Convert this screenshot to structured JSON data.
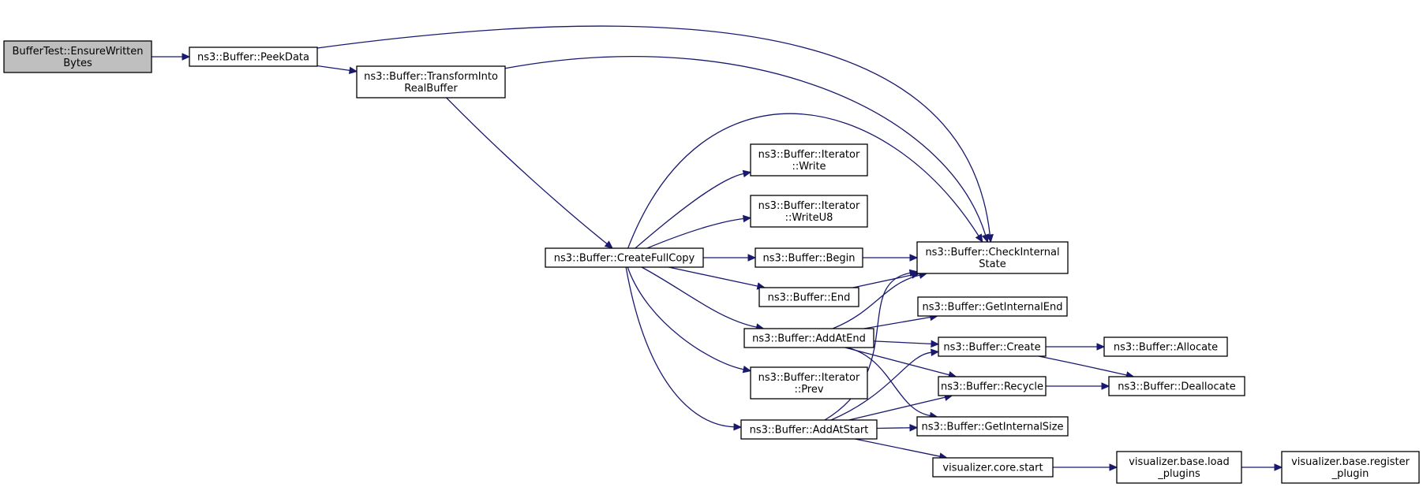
{
  "diagram": {
    "type": "call-graph",
    "colors": {
      "edge": "#191970",
      "root_fill": "#bfbfbf",
      "node_fill": "#ffffff",
      "node_stroke": "#000000"
    },
    "nodes": [
      {
        "id": "root",
        "lines": [
          "BufferTest::EnsureWritten",
          "Bytes"
        ],
        "highlighted": true
      },
      {
        "id": "peek",
        "lines": [
          "ns3::Buffer::PeekData"
        ]
      },
      {
        "id": "transform",
        "lines": [
          "ns3::Buffer::TransformInto",
          "RealBuffer"
        ]
      },
      {
        "id": "createfull",
        "lines": [
          "ns3::Buffer::CreateFullCopy"
        ]
      },
      {
        "id": "itwrite",
        "lines": [
          "ns3::Buffer::Iterator",
          "::Write"
        ]
      },
      {
        "id": "itwriteu8",
        "lines": [
          "ns3::Buffer::Iterator",
          "::WriteU8"
        ]
      },
      {
        "id": "begin",
        "lines": [
          "ns3::Buffer::Begin"
        ]
      },
      {
        "id": "end",
        "lines": [
          "ns3::Buffer::End"
        ]
      },
      {
        "id": "addatend",
        "lines": [
          "ns3::Buffer::AddAtEnd"
        ]
      },
      {
        "id": "itprev",
        "lines": [
          "ns3::Buffer::Iterator",
          "::Prev"
        ]
      },
      {
        "id": "addatstart",
        "lines": [
          "ns3::Buffer::AddAtStart"
        ]
      },
      {
        "id": "check",
        "lines": [
          "ns3::Buffer::CheckInternal",
          "State"
        ]
      },
      {
        "id": "getend",
        "lines": [
          "ns3::Buffer::GetInternalEnd"
        ]
      },
      {
        "id": "create",
        "lines": [
          "ns3::Buffer::Create"
        ]
      },
      {
        "id": "recycle",
        "lines": [
          "ns3::Buffer::Recycle"
        ]
      },
      {
        "id": "getsize",
        "lines": [
          "ns3::Buffer::GetInternalSize"
        ]
      },
      {
        "id": "vstart",
        "lines": [
          "visualizer.core.start"
        ]
      },
      {
        "id": "allocate",
        "lines": [
          "ns3::Buffer::Allocate"
        ]
      },
      {
        "id": "dealloc",
        "lines": [
          "ns3::Buffer::Deallocate"
        ]
      },
      {
        "id": "loadplugins",
        "lines": [
          "visualizer.base.load",
          "_plugins"
        ]
      },
      {
        "id": "register",
        "lines": [
          "visualizer.base.register",
          "_plugin"
        ]
      }
    ],
    "edges": [
      [
        "root",
        "peek"
      ],
      [
        "peek",
        "transform"
      ],
      [
        "peek",
        "check"
      ],
      [
        "transform",
        "check"
      ],
      [
        "transform",
        "createfull"
      ],
      [
        "createfull",
        "check"
      ],
      [
        "createfull",
        "itwrite"
      ],
      [
        "createfull",
        "itwriteu8"
      ],
      [
        "createfull",
        "begin"
      ],
      [
        "createfull",
        "end"
      ],
      [
        "createfull",
        "addatend"
      ],
      [
        "createfull",
        "itprev"
      ],
      [
        "createfull",
        "addatstart"
      ],
      [
        "begin",
        "check"
      ],
      [
        "end",
        "check"
      ],
      [
        "addatend",
        "check"
      ],
      [
        "addatend",
        "getend"
      ],
      [
        "addatend",
        "create"
      ],
      [
        "addatend",
        "recycle"
      ],
      [
        "addatend",
        "getsize"
      ],
      [
        "addatstart",
        "check"
      ],
      [
        "addatstart",
        "create"
      ],
      [
        "addatstart",
        "recycle"
      ],
      [
        "addatstart",
        "getsize"
      ],
      [
        "addatstart",
        "vstart"
      ],
      [
        "create",
        "allocate"
      ],
      [
        "create",
        "dealloc"
      ],
      [
        "recycle",
        "dealloc"
      ],
      [
        "vstart",
        "loadplugins"
      ],
      [
        "loadplugins",
        "register"
      ]
    ]
  }
}
